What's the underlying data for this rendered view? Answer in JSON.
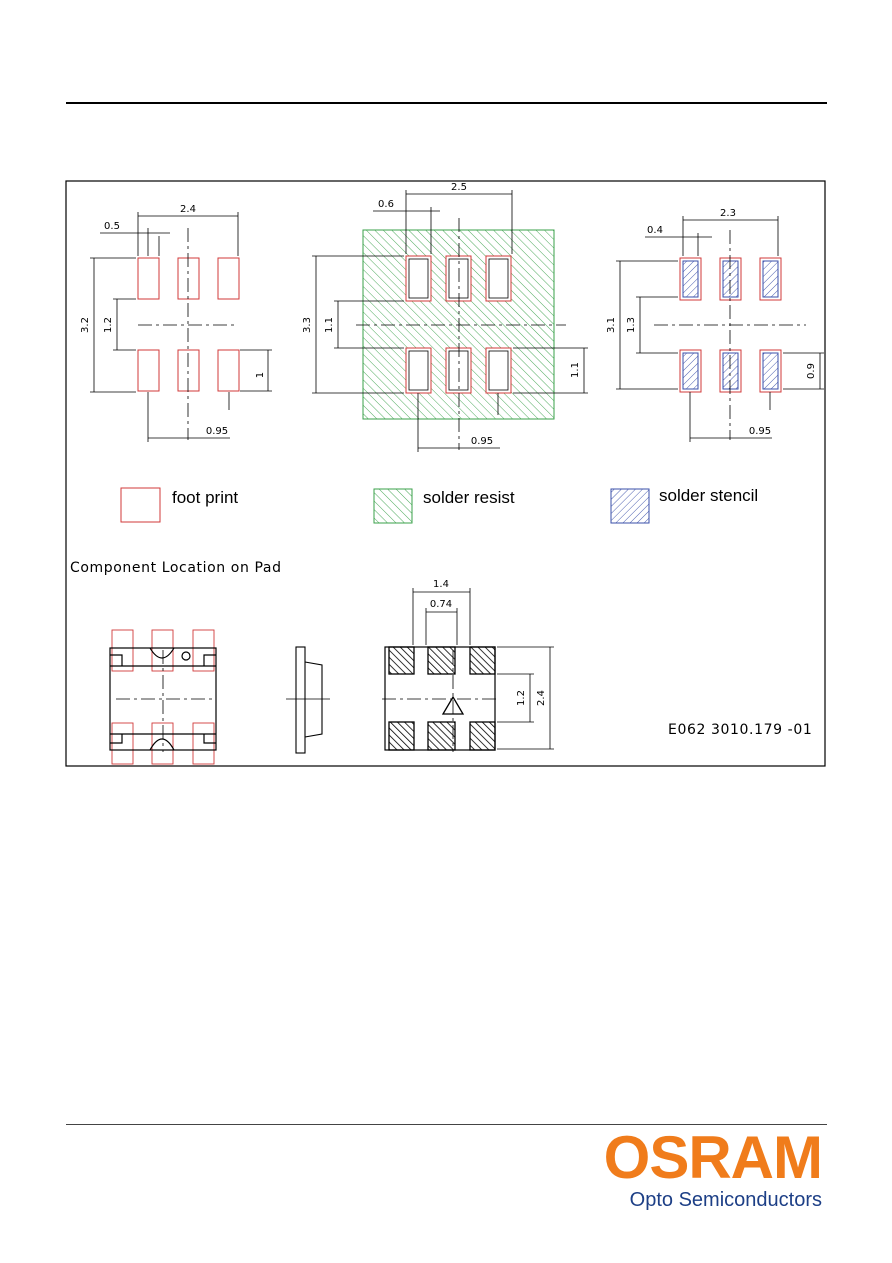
{
  "legend": {
    "foot_print": "foot print",
    "solder_resist": "solder resist",
    "solder_stencil": "solder stencil"
  },
  "section_label": "Component Location on Pad",
  "drawing_number": "E062 3010.179 -01",
  "footprint": {
    "width": "2.4",
    "pad_width": "0.5",
    "height": "3.2",
    "inner_gap": "1.2",
    "pad_height": "1",
    "pitch": "0.95"
  },
  "resist": {
    "width": "2.5",
    "pad_width": "0.6",
    "height": "3.3",
    "inner_gap": "1.1",
    "pad_height": "1.1",
    "pitch": "0.95"
  },
  "stencil": {
    "width": "2.3",
    "pad_width": "0.4",
    "height": "3.1",
    "inner_gap": "1.3",
    "pad_height": "0.9",
    "pitch": "0.95"
  },
  "component": {
    "width": "1.4",
    "inner_width": "0.74",
    "inner_gap": "1.2",
    "height": "2.4"
  },
  "logo": {
    "brand": "OSRAM",
    "subtitle": "Opto Semiconductors"
  },
  "colors": {
    "footprint": "#d23a3a",
    "resist": "#3aa04a",
    "stencil": "#3a4fa8",
    "logo_orange": "#f07c1b",
    "logo_blue": "#1d3f86"
  }
}
